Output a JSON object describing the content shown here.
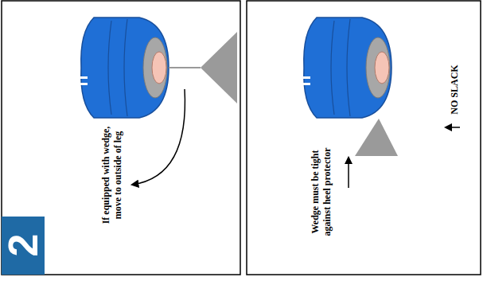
{
  "diagram": {
    "labels": [
      "2",
      "If equipped with wedge, move to outside of leg",
      "Wedge must be tight against heel protector",
      "NO SLACK"
    ]
  }
}
